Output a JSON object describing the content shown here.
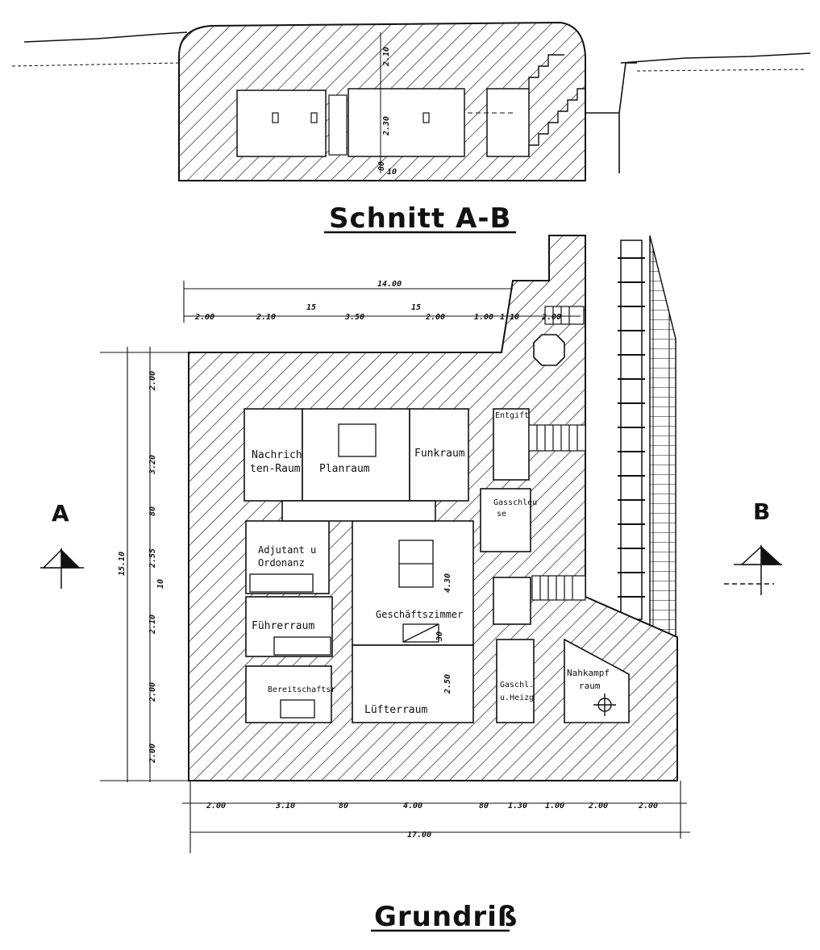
{
  "section": {
    "title": "Schnitt A-B",
    "dims": [
      "2.10",
      "2.30",
      "80",
      "10"
    ]
  },
  "plan": {
    "title": "Grundriß",
    "marker_a": "A",
    "marker_b": "B",
    "rooms": {
      "nachrichten_1": "Nachrich",
      "nachrichten_2": "ten-Raum",
      "planraum": "Planraum",
      "funkraum": "Funkraum",
      "entgift": "Entgift",
      "gasschleuse_1": "Gasschleu",
      "gasschleuse_2": "se",
      "adjutant_1": "Adjutant u",
      "adjutant_2": "Ordonanz",
      "fuehrerraum": "Führerraum",
      "geschaeftszimmer": "Geschäftszimmer",
      "bereitschaft": "Bereitschaftsr",
      "luefterraum": "Lüfterraum",
      "gasschl_heiz_1": "Gaschl.",
      "gasschl_heiz_2": "u.Heizg",
      "nahkampf_1": "Nahkampf",
      "nahkampf_2": "raum"
    },
    "dims_top": {
      "total": "14.00",
      "segments": [
        "2.00",
        "2.10",
        "15",
        "3.50",
        "15",
        "2.00",
        "1.00",
        "1.10",
        "2.00"
      ]
    },
    "dims_left": {
      "total": "15.10",
      "segments": [
        "2.00",
        "3.20",
        "80",
        "2.55",
        "10",
        "2.10",
        "2.00",
        "2.00"
      ]
    },
    "dims_interior": [
      "4.30",
      "2.50",
      "30"
    ],
    "dims_bottom": {
      "total": "17.00",
      "segments": [
        "2.00",
        "3.10",
        "80",
        "4.00",
        "80",
        "1.30",
        "1.00",
        "2.00",
        "2.00"
      ]
    }
  }
}
